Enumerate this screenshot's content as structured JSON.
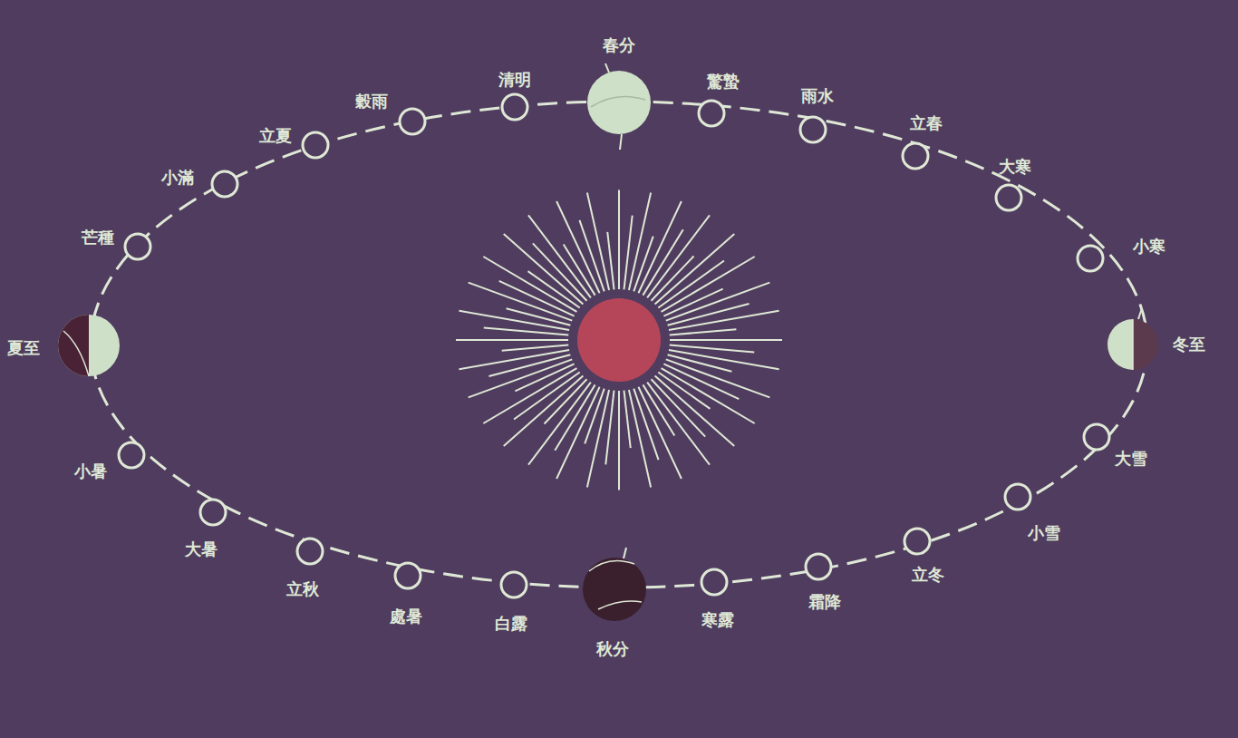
{
  "diagram": {
    "labels": [
      "驚蟄",
      "雨水",
      "立春",
      "大寒",
      "小寒",
      "冬至",
      "大雪",
      "小雪",
      "立冬",
      "霜降",
      "寒露",
      "秋分",
      "白露",
      "處暑",
      "立秋",
      "大暑",
      "小暑",
      "夏至",
      "芒種",
      "小滿",
      "立夏",
      "穀雨",
      "清明",
      "春分"
    ]
  }
}
